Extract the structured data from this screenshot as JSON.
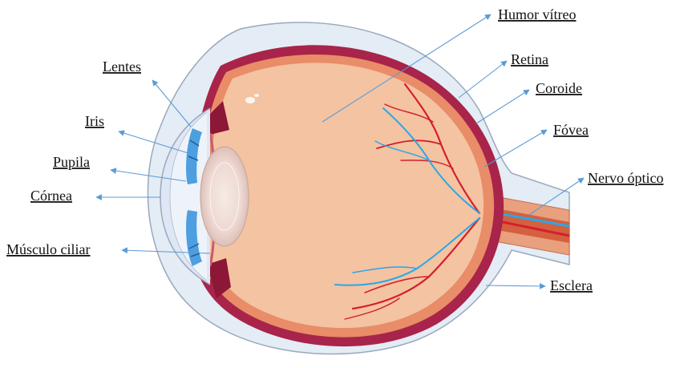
{
  "labels": {
    "humor_vitreo": "Humor vítreo",
    "retina": "Retina",
    "coroide": "Coroide",
    "fovea": "Fóvea",
    "nervo_optico": "Nervo óptico",
    "esclera": "Esclera",
    "lentes": "Lentes",
    "iris": "Iris",
    "pupila": "Pupila",
    "cornea": "Córnea",
    "musculo_ciliar": "Músculo ciliar"
  },
  "colors": {
    "sclera": "#e4ecf5",
    "choroid": "#a8244a",
    "retina_layer": "#e98c68",
    "vitreous": "#f4c3a1",
    "lens": "#eed8d2",
    "iris_blue": "#4d9fe0",
    "artery": "#d41f2b",
    "vein": "#2aa7e6",
    "leader_line": "#5b9bd5"
  }
}
